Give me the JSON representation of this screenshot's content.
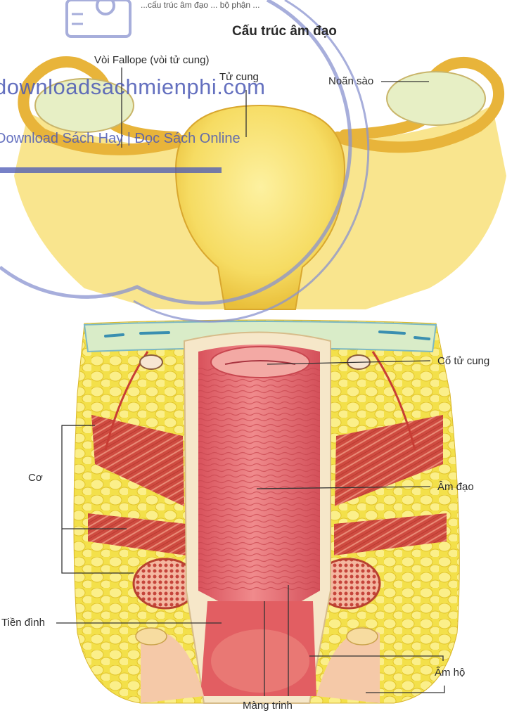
{
  "header": {
    "top_fragment": "...cấu trúc âm đạo ... bộ phận ...",
    "title": "Cấu trúc âm đạo"
  },
  "labels": {
    "fallopian_tube": "Vòi Fallope (vòi tử cung)",
    "uterus": "Tử cung",
    "ovary": "Noãn sào",
    "cervix": "Cổ tử cung",
    "muscle": "Cơ",
    "vagina": "Âm đạo",
    "vestibule": "Tiền đình",
    "vulva": "Âm hộ",
    "hymen": "Màng trinh"
  },
  "watermark": {
    "site": "downloadsachmienphi.com",
    "tagline": "Download Sách Hay | Đọc Sách Online",
    "icon": "book-at-icon"
  },
  "colors": {
    "tissue_yellow": "#f6dc63",
    "muscle_red": "#d8584a",
    "vagina_pink": "#e9707a",
    "watermark_blue": "#4a58b5"
  }
}
